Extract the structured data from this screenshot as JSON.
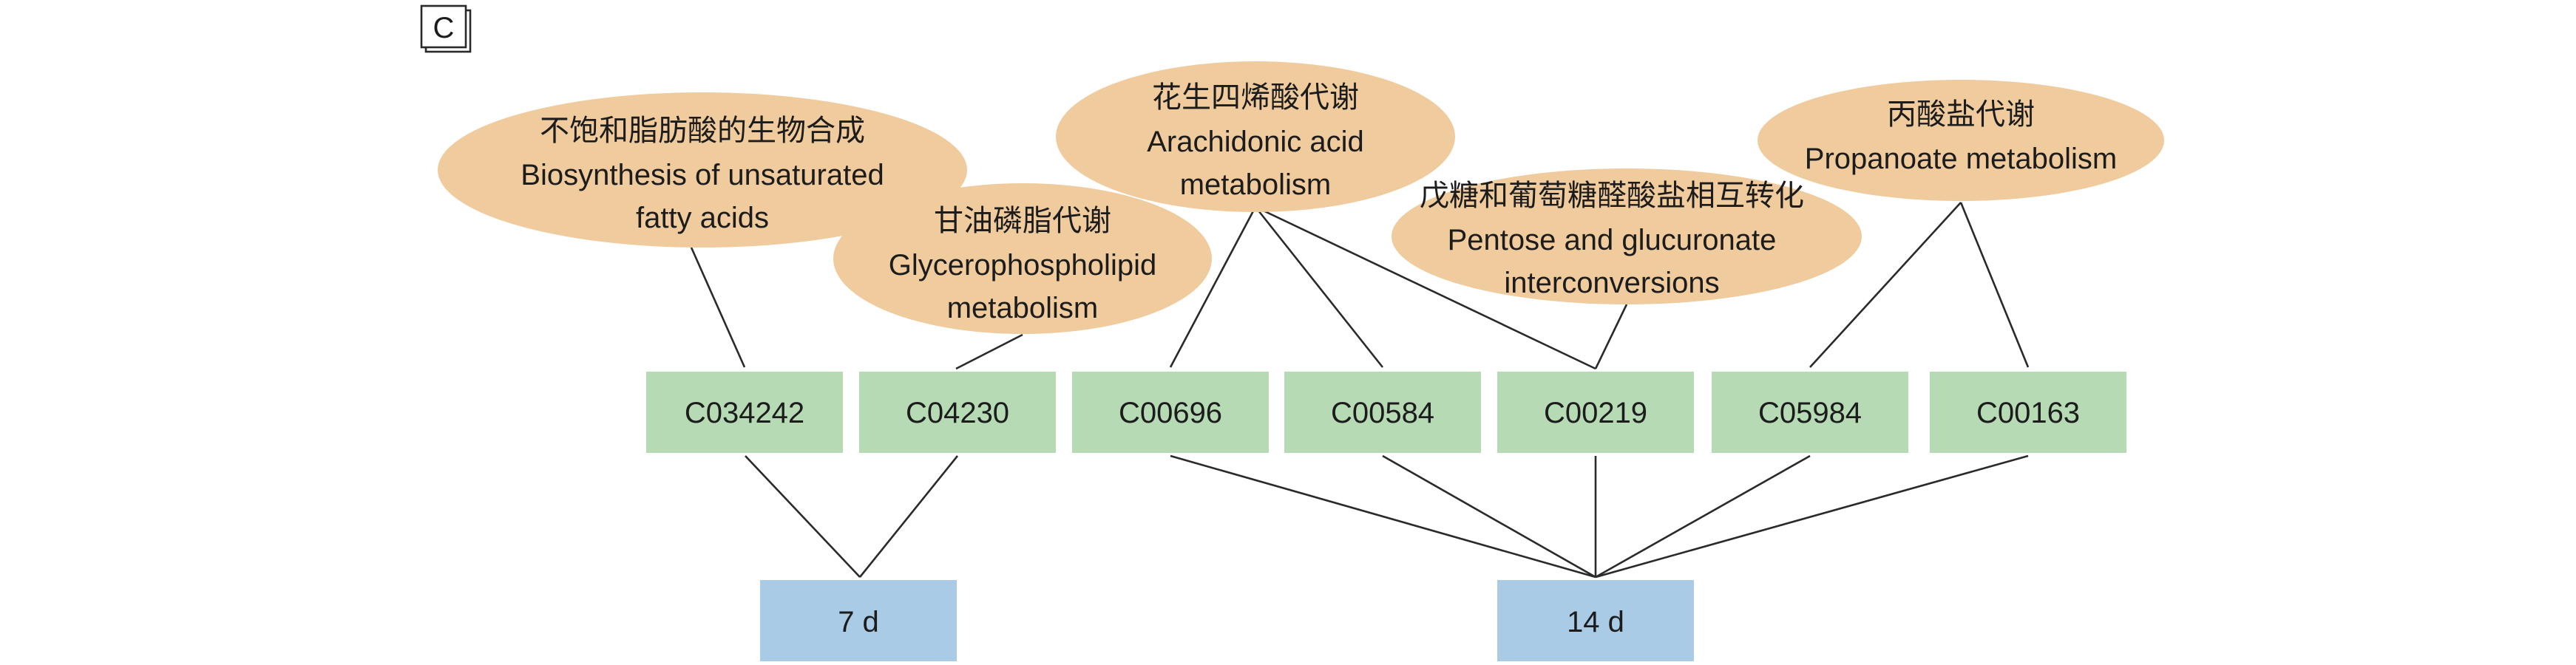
{
  "panel_label": "C",
  "pathways": [
    {
      "id": "p1",
      "zh": "不饱和脂肪酸的生物合成",
      "en_lines": [
        "Biosynthesis of unsaturated",
        "fatty acids"
      ]
    },
    {
      "id": "p2",
      "zh": "甘油磷脂代谢",
      "en_lines": [
        "Glycerophospholipid",
        "metabolism"
      ]
    },
    {
      "id": "p3",
      "zh": "花生四烯酸代谢",
      "en_lines": [
        "Arachidonic acid",
        "metabolism"
      ]
    },
    {
      "id": "p4",
      "zh": "戊糖和葡萄糖醛酸盐相互转化",
      "en_lines": [
        "Pentose and glucuronate",
        "interconversions"
      ]
    },
    {
      "id": "p5",
      "zh": "丙酸盐代谢",
      "en_lines": [
        "Propanoate metabolism"
      ]
    }
  ],
  "compounds": [
    "C034242",
    "C04230",
    "C00696",
    "C00584",
    "C00219",
    "C05984",
    "C00163"
  ],
  "timepoints": [
    "7 d",
    "14 d"
  ],
  "colors": {
    "pathway": "#efcb9d",
    "compound": "#b5dab4",
    "timepoint": "#a9cbe6",
    "line": "#2a2a2a"
  }
}
